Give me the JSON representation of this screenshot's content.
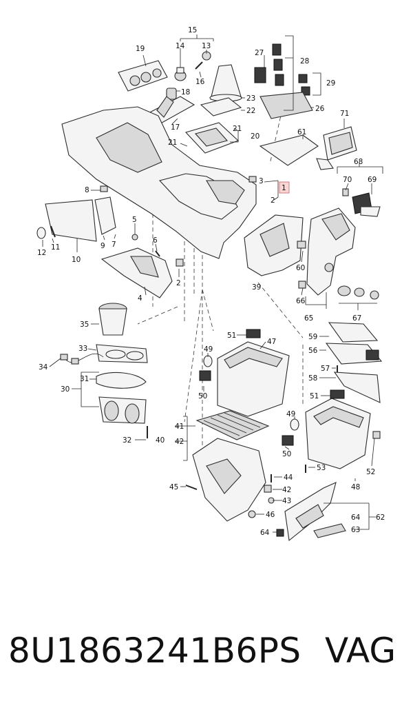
{
  "diagram": {
    "callouts": {
      "c1": "1",
      "c2a": "2",
      "c2b": "2",
      "c3": "3",
      "c4": "4",
      "c5": "5",
      "c6": "6",
      "c7": "7",
      "c8": "8",
      "c9": "9",
      "c10": "10",
      "c11": "11",
      "c12": "12",
      "c13": "13",
      "c14": "14",
      "c15": "15",
      "c16": "16",
      "c17": "17",
      "c18": "18",
      "c19": "19",
      "c20": "20",
      "c21a": "21",
      "c21b": "21",
      "c22": "22",
      "c23": "23",
      "c26": "26",
      "c27": "27",
      "c28": "28",
      "c29": "29",
      "c30": "30",
      "c31": "31",
      "c32": "32",
      "c33": "33",
      "c34": "34",
      "c35": "35",
      "c39": "39",
      "c40": "40",
      "c41": "41",
      "c42a": "42",
      "c42b": "42",
      "c43": "43",
      "c44": "44",
      "c45": "45",
      "c46": "46",
      "c47": "47",
      "c48": "48",
      "c49a": "49",
      "c49b": "49",
      "c50a": "50",
      "c50b": "50",
      "c51a": "51",
      "c51b": "51",
      "c52": "52",
      "c53": "53",
      "c56": "56",
      "c57": "57",
      "c58": "58",
      "c59": "59",
      "c60": "60",
      "c61": "61",
      "c62": "62",
      "c63": "63",
      "c64a": "64",
      "c64b": "64",
      "c65": "65",
      "c66": "66",
      "c67": "67",
      "c68": "68",
      "c69": "69",
      "c70": "70",
      "c71": "71"
    },
    "highlight_color": "#f9d6d6"
  },
  "footer": {
    "part_number": "8U1863241B6PS",
    "brand": "VAG"
  }
}
